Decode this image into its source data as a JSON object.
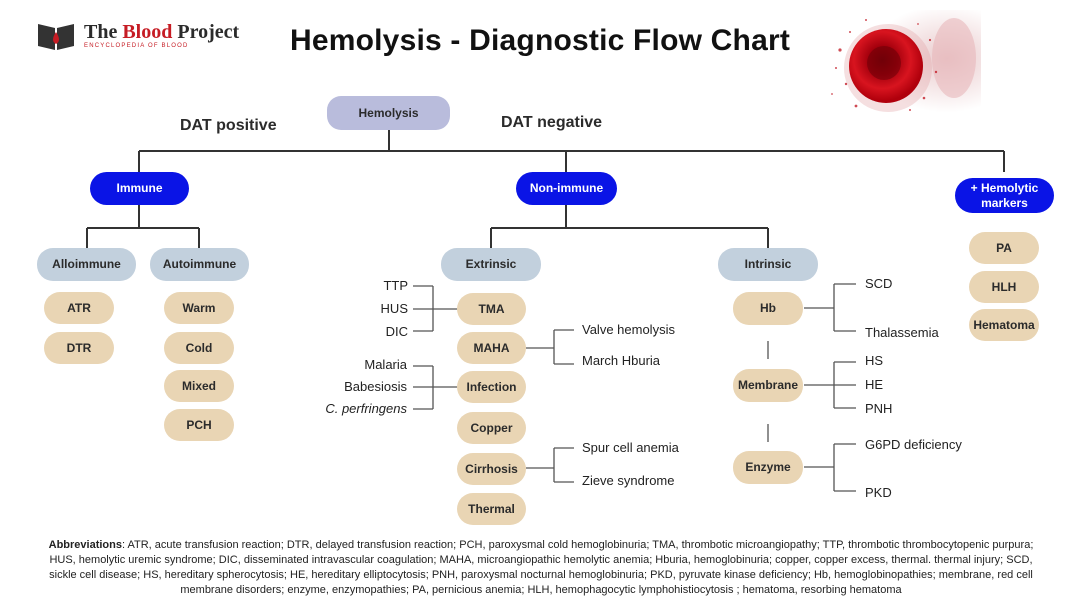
{
  "header": {
    "logo_name_part1": "The ",
    "logo_name_part2": "Blood",
    "logo_name_part3": " Project",
    "logo_subtitle": "ENCYCLOPEDIA OF BLOOD",
    "title": "Hemolysis - Diagnostic Flow Chart"
  },
  "branch_labels": {
    "dat_positive": "DAT positive",
    "dat_negative": "DAT negative"
  },
  "nodes": {
    "hemolysis": "Hemolysis",
    "immune": "Immune",
    "non_immune": "Non-immune",
    "hemolytic_markers": "+ Hemolytic markers",
    "alloimmune": "Alloimmune",
    "autoimmune": "Autoimmune",
    "extrinsic": "Extrinsic",
    "intrinsic": "Intrinsic"
  },
  "alloimmune_items": [
    "ATR",
    "DTR"
  ],
  "autoimmune_items": [
    "Warm",
    "Cold",
    "Mixed",
    "PCH"
  ],
  "extrinsic_items": [
    "TMA",
    "MAHA",
    "Infection",
    "Copper",
    "Cirrhosis",
    "Thermal"
  ],
  "intrinsic_items": [
    "Hb",
    "Membrane",
    "Enzyme"
  ],
  "marker_items": [
    "PA",
    "HLH",
    "Hematoma"
  ],
  "tma_causes": [
    "TTP",
    "HUS",
    "DIC"
  ],
  "maha_causes": [
    "Valve hemolysis",
    "March Hburia"
  ],
  "infection_causes": [
    "Malaria",
    "Babesiosis",
    "C. perfringens"
  ],
  "cirrhosis_causes": [
    "Spur cell anemia",
    "Zieve syndrome"
  ],
  "hb_causes": [
    "SCD",
    "Thalassemia"
  ],
  "membrane_causes": [
    "HS",
    "HE",
    "PNH"
  ],
  "enzyme_causes": [
    "G6PD deficiency",
    "PKD"
  ],
  "abbreviations": {
    "heading": "Abbreviations",
    "text": ": ATR, acute transfusion reaction; DTR, delayed transfusion reaction; PCH, paroxysmal cold hemoglobinuria; TMA, thrombotic microangiopathy; TTP, thrombotic thrombocytopenic purpura; HUS, hemolytic uremic syndrome; DIC, disseminated intravascular coagulation; MAHA, microangiopathic hemolytic anemia; Hburia, hemoglobinuria; copper, copper excess, thermal. thermal injury; SCD, sickle cell disease; HS, hereditary spherocytosis; HE, hereditary elliptocytosis; PNH, paroxysmal nocturnal hemoglobinuria; PKD, pyruvate kinase deficiency; Hb, hemoglobinopathies; membrane, red cell membrane disorders; enzyme, enzymopathies; PA, pernicious anemia; HLH, hemophagocytic lymphohistiocytosis ; hematoma, resorbing hematoma"
  },
  "colors": {
    "root": "#b9bcdc",
    "primary_blue": "#0a14e6",
    "secondary_gray": "#c2d0dd",
    "leaf_tan": "#e9d5b4",
    "connector": "#333333"
  }
}
